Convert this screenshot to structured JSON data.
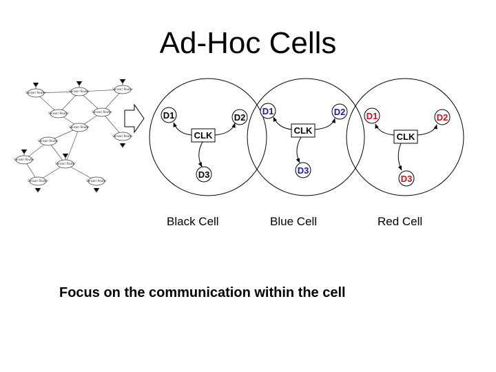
{
  "slide": {
    "title": "Ad-Hoc Cells",
    "focus_text": "Focus on the communication within the cell"
  },
  "colors": {
    "black": "#000000",
    "blue": "#1a1aa6",
    "red": "#cc1111"
  },
  "cells": [
    {
      "label": "Black Cell",
      "clk": "CLK",
      "d1": "D1",
      "d2": "D2",
      "d3": "D3",
      "color": "#000000"
    },
    {
      "label": "Blue Cell",
      "clk": "CLK",
      "d1": "D1",
      "d2": "D2",
      "d3": "D3",
      "color": "#1a1aa6"
    },
    {
      "label": "Red Cell",
      "clk": "CLK",
      "d1": "D1",
      "d2": "D2",
      "d3": "D3",
      "color": "#cc1111"
    }
  ],
  "network_thumbnail": {
    "node_label": "Sensor/ Router"
  }
}
